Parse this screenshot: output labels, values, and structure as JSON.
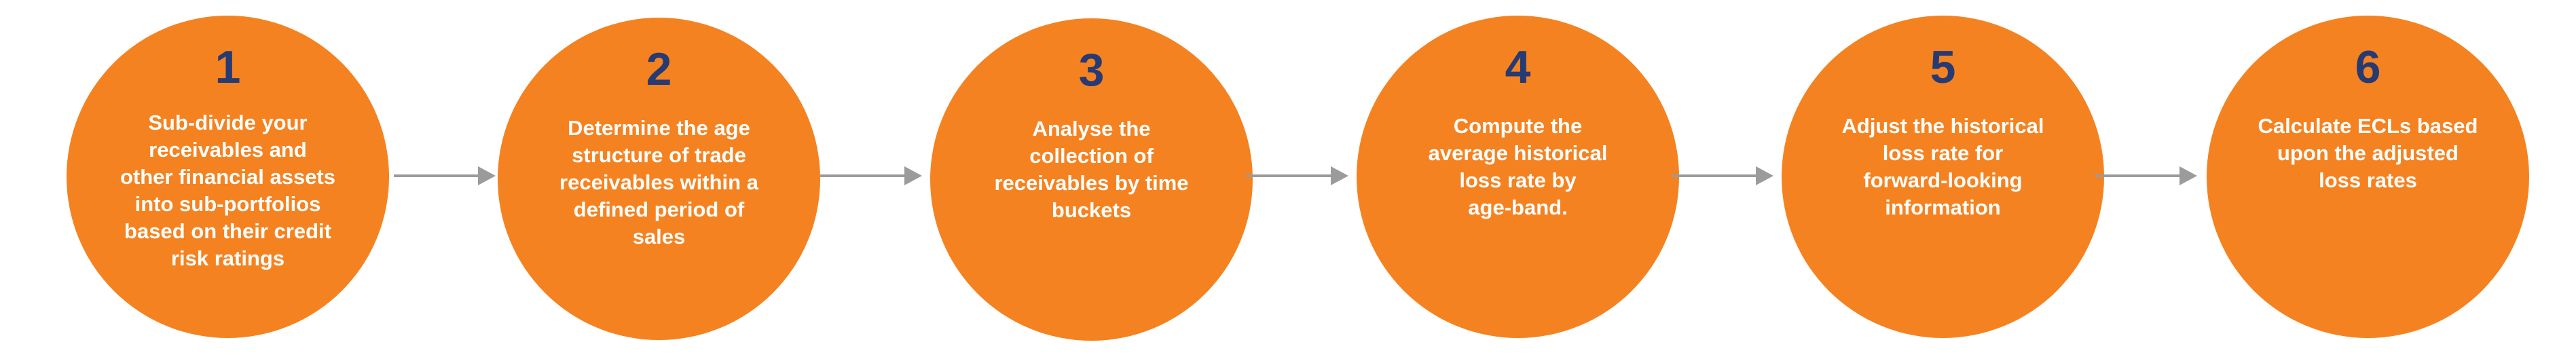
{
  "colors": {
    "circle_fill": "#f58220",
    "number_text": "#263a73",
    "body_text": "#ffffff",
    "arrow": "#9b9b9b"
  },
  "steps": [
    {
      "number": "1",
      "text": "Sub-divide your\nreceivables and\nother financial assets\ninto sub-portfolios\nbased on their credit\nrisk ratings"
    },
    {
      "number": "2",
      "text": "Determine the age\nstructure of trade\nreceivables within a\ndefined period of\nsales"
    },
    {
      "number": "3",
      "text": "Analyse the\ncollection of\nreceivables by time\nbuckets"
    },
    {
      "number": "4",
      "text": "Compute the\naverage historical\nloss rate by\nage-band."
    },
    {
      "number": "5",
      "text": "Adjust the historical\nloss rate for\nforward-looking\ninformation"
    },
    {
      "number": "6",
      "text": "Calculate ECLs based\nupon the adjusted\nloss rates"
    }
  ],
  "arrows": [
    {
      "icon": "arrow-right-icon"
    },
    {
      "icon": "arrow-right-icon"
    },
    {
      "icon": "arrow-right-icon"
    },
    {
      "icon": "arrow-right-icon"
    },
    {
      "icon": "arrow-right-icon"
    }
  ]
}
